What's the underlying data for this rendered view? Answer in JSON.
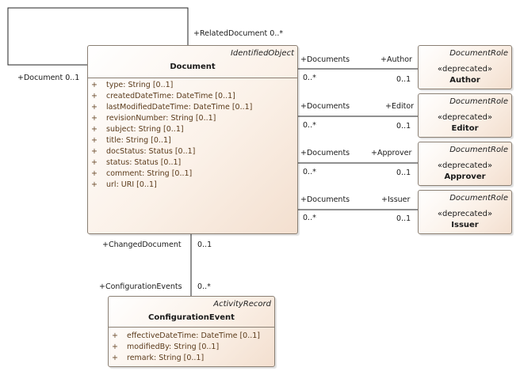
{
  "document": {
    "stereotype": "IdentifiedObject",
    "name": "Document",
    "attributes": [
      {
        "vis": "+",
        "text": "type: String [0..1]"
      },
      {
        "vis": "+",
        "text": "createdDateTime: DateTime [0..1]"
      },
      {
        "vis": "+",
        "text": "lastModifiedDateTime: DateTime [0..1]"
      },
      {
        "vis": "+",
        "text": "revisionNumber: String [0..1]"
      },
      {
        "vis": "+",
        "text": "subject: String [0..1]"
      },
      {
        "vis": "+",
        "text": "title: String [0..1]"
      },
      {
        "vis": "+",
        "text": "docStatus: Status [0..1]"
      },
      {
        "vis": "+",
        "text": "status: Status [0..1]"
      },
      {
        "vis": "+",
        "text": "comment: String [0..1]"
      },
      {
        "vis": "+",
        "text": "url: URI [0..1]"
      }
    ]
  },
  "self_association": {
    "related_label": "+RelatedDocument 0..*",
    "document_label": "+Document 0..1"
  },
  "roles": [
    {
      "stereotype": "DocumentRole",
      "deprecated": "«deprecated»",
      "name": "Author",
      "doc_role": "+Documents",
      "doc_mult": "0..*",
      "role": "+Author",
      "role_mult": "0..1"
    },
    {
      "stereotype": "DocumentRole",
      "deprecated": "«deprecated»",
      "name": "Editor",
      "doc_role": "+Documents",
      "doc_mult": "0..*",
      "role": "+Editor",
      "role_mult": "0..1"
    },
    {
      "stereotype": "DocumentRole",
      "deprecated": "«deprecated»",
      "name": "Approver",
      "doc_role": "+Documents",
      "doc_mult": "0..*",
      "role": "+Approver",
      "role_mult": "0..1"
    },
    {
      "stereotype": "DocumentRole",
      "deprecated": "«deprecated»",
      "name": "Issuer",
      "doc_role": "+Documents",
      "doc_mult": "0..*",
      "role": "+Issuer",
      "role_mult": "0..1"
    }
  ],
  "config_association": {
    "changed_label": "+ChangedDocument",
    "changed_mult": "0..1",
    "events_label": "+ConfigurationEvents",
    "events_mult": "0..*"
  },
  "config_event": {
    "stereotype": "ActivityRecord",
    "name": "ConfigurationEvent",
    "attributes": [
      {
        "vis": "+",
        "text": "effectiveDateTime: DateTime [0..1]"
      },
      {
        "vis": "+",
        "text": "modifiedBy: String [0..1]"
      },
      {
        "vis": "+",
        "text": "remark: String [0..1]"
      }
    ]
  },
  "colors": {
    "line": "#222222",
    "border": "#8a7f73",
    "attribute_text": "#5a3a1a"
  }
}
